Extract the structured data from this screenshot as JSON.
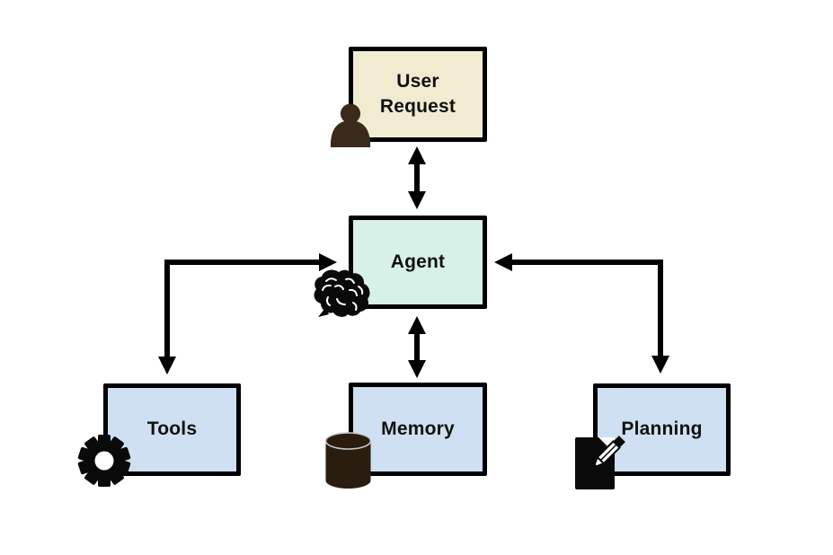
{
  "diagram": {
    "type": "flowchart",
    "background": "#ffffff",
    "arrow_color": "#000000",
    "nodes": [
      {
        "id": "user_request",
        "label": "User Request",
        "fill": "#f1ecd1",
        "border": "#000000",
        "icon": "person-icon"
      },
      {
        "id": "agent",
        "label": "Agent",
        "fill": "#d7f0e8",
        "border": "#000000",
        "icon": "brain-icon"
      },
      {
        "id": "tools",
        "label": "Tools",
        "fill": "#cfe0f2",
        "border": "#000000",
        "icon": "gear-icon"
      },
      {
        "id": "memory",
        "label": "Memory",
        "fill": "#cfe0f2",
        "border": "#000000",
        "icon": "database-icon"
      },
      {
        "id": "planning",
        "label": "Planning",
        "fill": "#cfe0f2",
        "border": "#000000",
        "icon": "document-pencil-icon"
      }
    ],
    "edges": [
      {
        "from": "user_request",
        "to": "agent",
        "direction": "bidirectional",
        "style": "straight-vertical"
      },
      {
        "from": "agent",
        "to": "memory",
        "direction": "bidirectional",
        "style": "straight-vertical"
      },
      {
        "from": "agent",
        "to": "tools",
        "direction": "bidirectional",
        "style": "corner"
      },
      {
        "from": "agent",
        "to": "planning",
        "direction": "bidirectional",
        "style": "corner"
      }
    ]
  }
}
